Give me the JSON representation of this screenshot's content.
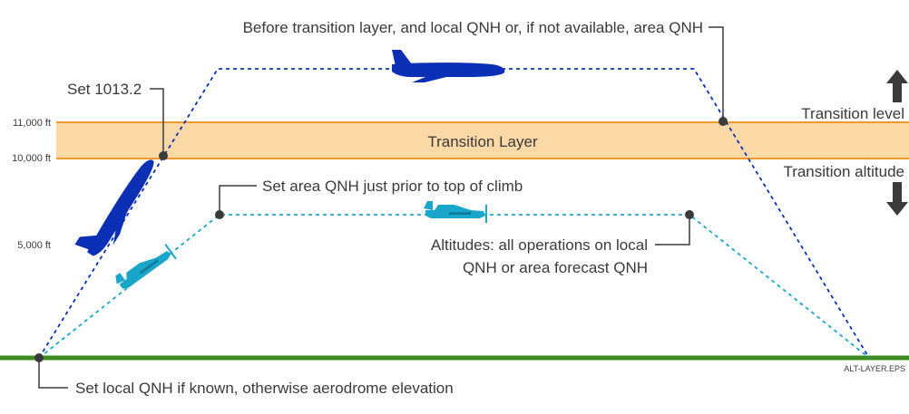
{
  "altitude_labels": {
    "ft11000": "11,000 ft",
    "ft10000": "10,000 ft",
    "ft5000": "5,000 ft"
  },
  "transition_layer_label": "Transition Layer",
  "transition_level_label": "Transition level",
  "transition_altitude_label": "Transition altitude",
  "annotations": {
    "before_transition": "Before transition layer, and local QNH or, if not available, area QNH",
    "set_1013": "Set 1013.2",
    "set_area_qnh": "Set area QNH just prior to top of climb",
    "altitudes_line1": "Altitudes: all operations on local",
    "altitudes_line2": "QNH or area forecast QNH",
    "set_local_qnh": "Set local QNH if known, otherwise aerodrome elevation"
  },
  "file_label": "ALT-LAYER.EPS",
  "colors": {
    "transition_band": "#fbd9a6",
    "transition_lines": "#f19a2b",
    "ground": "#3a8c1e",
    "jet": "#0b2fb5",
    "light_aircraft": "#1aa6c8",
    "callout": "#3a3a3a",
    "arrow": "#3a3a3a"
  },
  "icons": {
    "jet_climb": "jet-airliner-icon",
    "jet_cruise": "jet-airliner-icon",
    "light_climb": "light-aircraft-icon",
    "light_cruise": "light-aircraft-icon",
    "arrow_up": "arrow-up-icon",
    "arrow_down": "arrow-down-icon"
  }
}
